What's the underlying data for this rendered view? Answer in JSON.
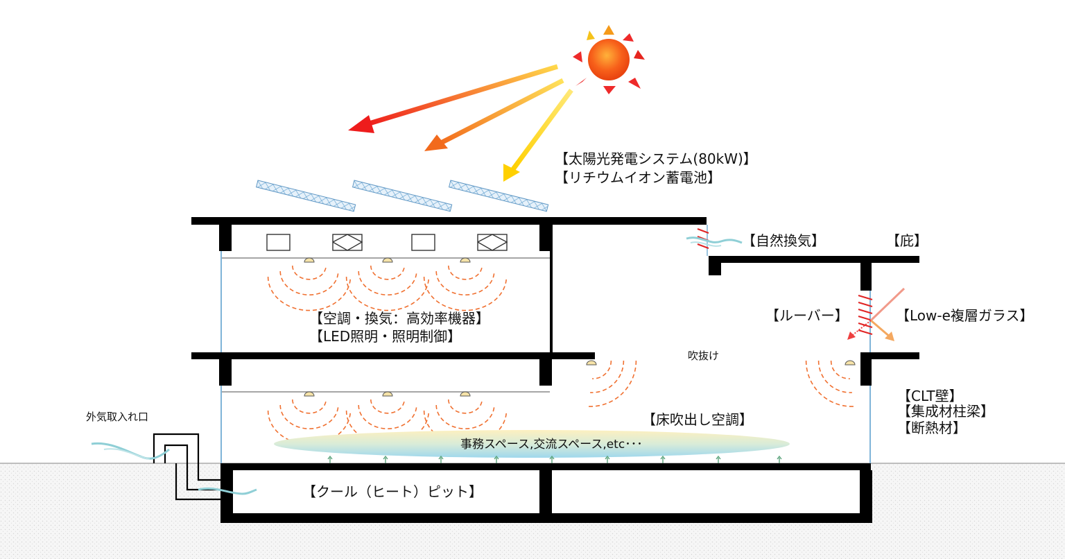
{
  "labels": {
    "solar_line1": "【太陽光発電システム(80kW)】",
    "solar_line2": "【リチウムイオン蓄電池】",
    "natural_vent": "【自然換気】",
    "eaves": "【庇】",
    "louver": "【ルーバー】",
    "lowe_glass": "【Low-e複層ガラス】",
    "hvac": "【空調・換気：高効率機器】",
    "led": "【LED照明・照明制御】",
    "atrium": "吹抜け",
    "clt": "【CLT壁】",
    "glulam": "【集成材柱梁】",
    "insulation": "【断熱材】",
    "floor_ac": "【床吹出し空調】",
    "office_space": "事務スペース,交流スペース,etc･･･",
    "air_intake": "外気取入れ口",
    "cool_pit": "【クール（ヒート）ピット】"
  },
  "colors": {
    "structure": "#000000",
    "sun_core": "#f25c14",
    "sun_ray": "#ee2a2a",
    "light_arc": "#f07030",
    "panel": "#7fb4d8",
    "louver": "#e02424",
    "ground": "#f4f4f4"
  },
  "icons": {
    "sun": "sun-icon",
    "panel": "solar-panel-icon",
    "lamp": "ceiling-lamp-icon",
    "air_flow": "air-flow-icon"
  }
}
